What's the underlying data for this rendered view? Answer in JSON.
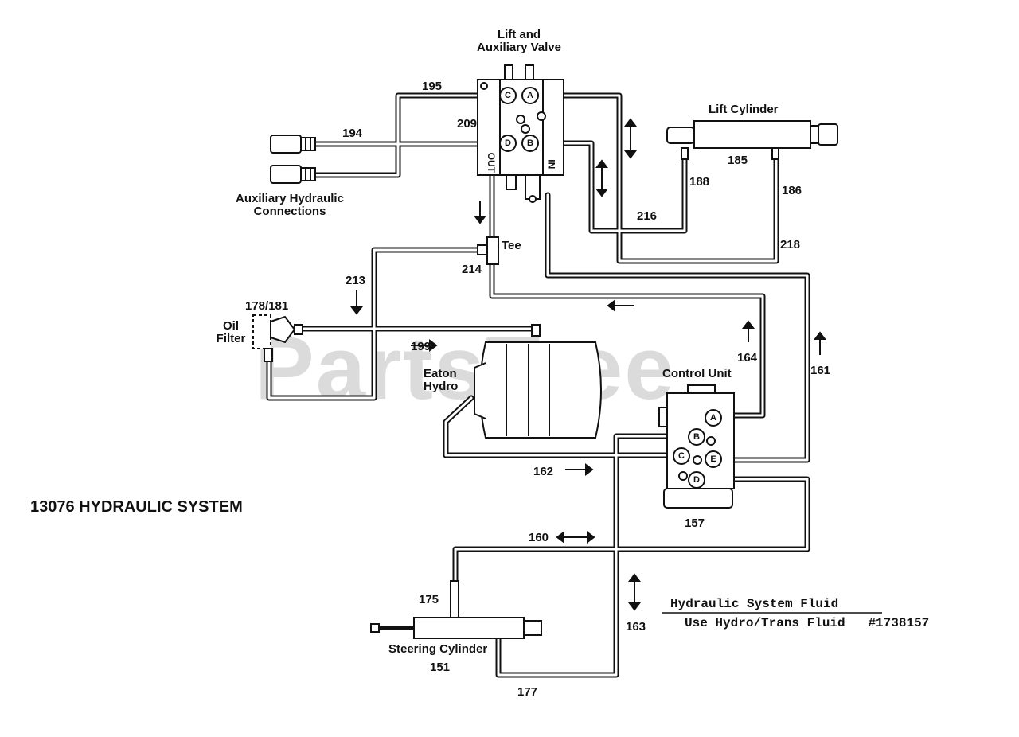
{
  "title": "13076 HYDRAULIC SYSTEM",
  "watermark": "PartsTree",
  "components": {
    "valve": "Lift and\nAuxiliary Valve",
    "lift_cylinder": "Lift Cylinder",
    "aux_connections": "Auxiliary Hydraulic\nConnections",
    "tee": "Tee",
    "oil_filter": "Oil\nFilter",
    "eaton_hydro": "Eaton\nHydro",
    "control_unit": "Control Unit",
    "steering_cylinder": "Steering Cylinder"
  },
  "valve_marks": {
    "out": "OUT",
    "in": "IN"
  },
  "ports": {
    "valve_c": "C",
    "valve_a": "A",
    "valve_d": "D",
    "valve_b": "B",
    "cu_a": "A",
    "cu_b": "B",
    "cu_c": "C",
    "cu_e": "E",
    "cu_d": "D"
  },
  "part_numbers": {
    "p195": "195",
    "p194": "194",
    "p209": "209",
    "p185": "185",
    "p188": "188",
    "p186": "186",
    "p216": "216",
    "p218": "218",
    "p214": "214",
    "p213": "213",
    "p178": "178/181",
    "p199": "199",
    "p164": "164",
    "p161": "161",
    "p162": "162",
    "p157": "157",
    "p160": "160",
    "p175": "175",
    "p163": "163",
    "p151": "151",
    "p177": "177"
  },
  "fluid_note": {
    "line1": "Hydraulic System Fluid",
    "line2": "Use Hydro/Trans Fluid   #1738157"
  },
  "colors": {
    "line": "#111111",
    "watermark": "#a0a0a0"
  }
}
